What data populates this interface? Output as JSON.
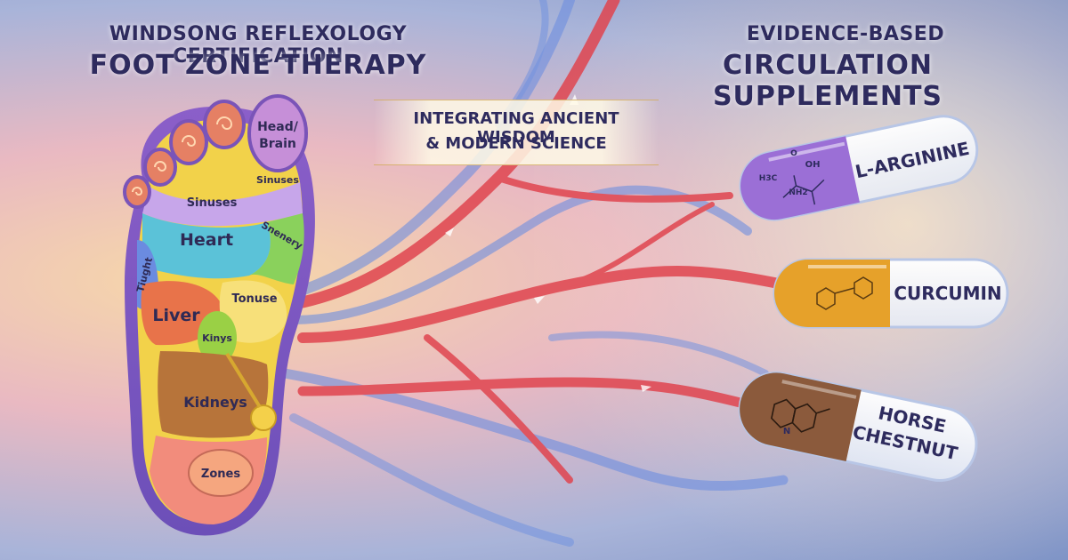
{
  "headline_left": {
    "line1": "WINDSONG REFLEXOLOGY CERTIFICATION",
    "line2": "FOOT ZONE THERAPY"
  },
  "headline_right": {
    "line1": "EVIDENCE-BASED",
    "line2": "CIRCULATION SUPPLEMENTS"
  },
  "banner": {
    "line1": "INTEGRATING ANCIENT WISDOM",
    "line2": "& MODERN SCIENCE"
  },
  "foot_zones": {
    "head_brain_1": "Head/",
    "head_brain_2": "Brain",
    "sinuses": "Sinuses",
    "sinuses_small": "Sinuses",
    "heart": "Heart",
    "snenery": "Snenery",
    "tiught": "Tiught",
    "liver": "Liver",
    "tonuse": "Tonuse",
    "kinys": "Kinys",
    "kidneys": "Kidneys",
    "zones": "Zones"
  },
  "capsules": [
    {
      "label": "L-ARGININE",
      "color": "#9b6fd6",
      "formula": [
        "H3C",
        "OH",
        "O",
        "NH2"
      ]
    },
    {
      "label": "CURCUMIN",
      "color": "#e6a12a"
    },
    {
      "label_line1": "HORSE",
      "label_line2": "CHESTNUT",
      "color": "#8b5a3c",
      "formula": [
        "N"
      ]
    }
  ],
  "colors": {
    "artery": "#e0454f",
    "vein": "#5b84d6",
    "title": "#2e2b5e"
  }
}
